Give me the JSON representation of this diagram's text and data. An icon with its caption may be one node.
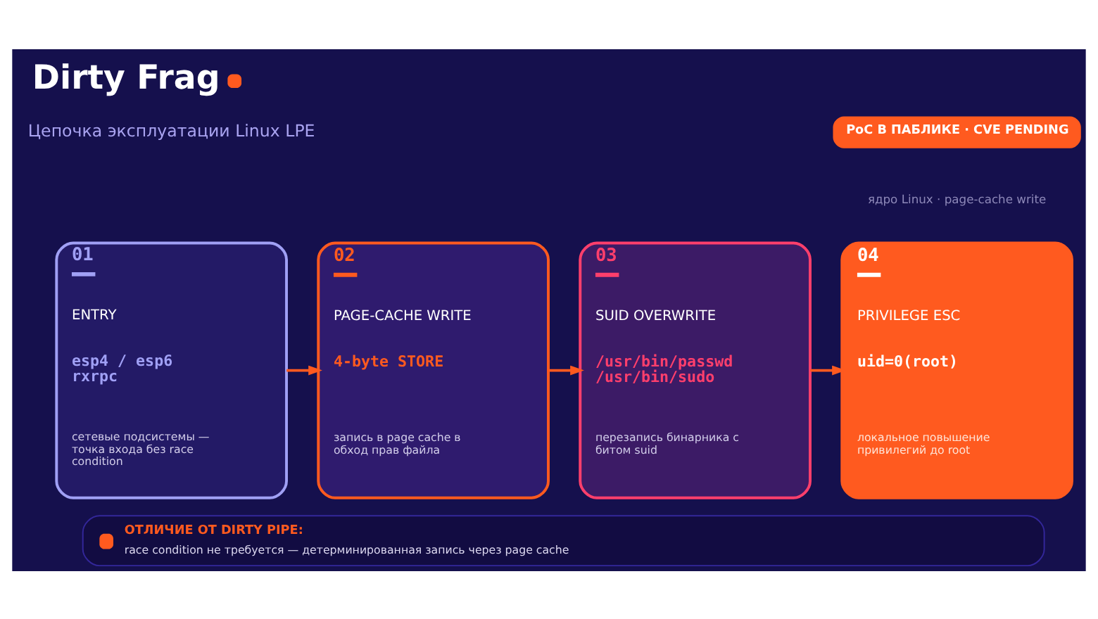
{
  "diagram": {
    "title": "Dirty Frag",
    "nodes": [
      {
        "text": [
          "PoC В ПАБЛИКЕ · CVE PENDING"
        ]
      },
      {
        "text": [
          "01",
          "ENTRY",
          "esp4 / esp6 rxrpc",
          "сетевые подсистемы — точка входа без race condition"
        ]
      },
      {
        "text": [
          "02",
          "PAGE-CACHE WRITE",
          "4-byte STORE",
          "запись в page cache в обход прав файла"
        ]
      },
      {
        "text": [
          "03",
          "SUID OVERWRITE",
          "/usr/bin/passwd /usr/bin/sudo",
          "перезапись бинарника с битом suid"
        ]
      },
      {
        "text": [
          "04",
          "PRIVILEGE ESC",
          "uid=0(root)",
          "локальное повышение привилегий до root"
        ]
      },
      {
        "text": [
          "ОТЛИЧИЕ ОТ DIRTY PIPE:",
          "race condition не требуется — детерминированная запись через page cache"
        ]
      }
    ],
    "edges": [
      {
        "from": 1,
        "to": 2,
        "arrow": "to"
      },
      {
        "from": 2,
        "to": 3,
        "arrow": "to"
      },
      {
        "from": 3,
        "to": 4,
        "arrow": "to"
      }
    ],
    "labels": [
      "Цепочка эксплуатации Linux LPE",
      "ядро Linux · page-cache write"
    ]
  }
}
